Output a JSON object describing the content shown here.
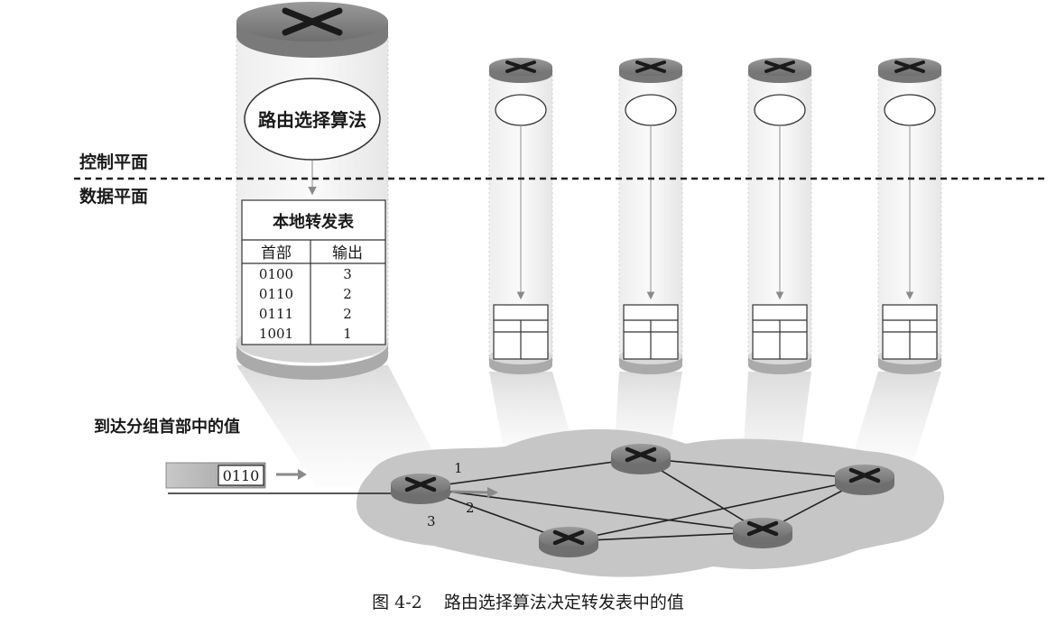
{
  "planes": {
    "control": "控制平面",
    "data": "数据平面"
  },
  "routing_algorithm_label": "路由选择算法",
  "forwarding_table": {
    "title": "本地转发表",
    "headers": [
      "首部",
      "输出"
    ],
    "rows": [
      [
        "0100",
        "3"
      ],
      [
        "0110",
        "2"
      ],
      [
        "0111",
        "2"
      ],
      [
        "1001",
        "1"
      ]
    ]
  },
  "packet": {
    "caption": "到达分组首部中的值",
    "header_value": "0110"
  },
  "router_ports": [
    "1",
    "2",
    "3"
  ],
  "figure_caption": "图 4-2    路由选择算法决定转发表中的值",
  "colors": {
    "router_top": "#8c8c8c",
    "router_body": "#b5b5b5",
    "cloud": "#c4c4c4",
    "arrow": "#888888"
  }
}
